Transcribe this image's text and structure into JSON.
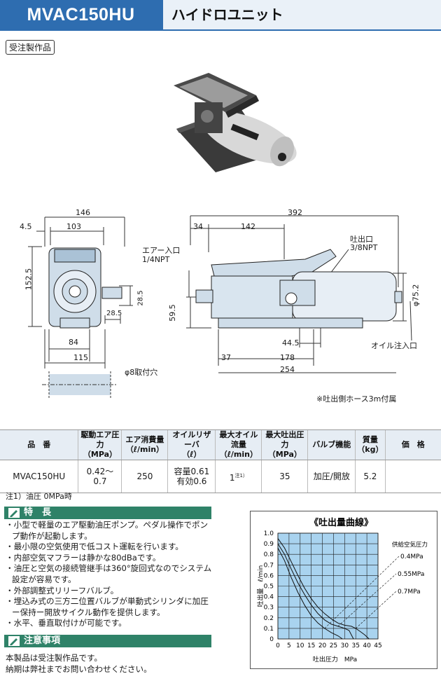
{
  "header": {
    "model": "MVAC150HU",
    "name": "ハイドロユニット"
  },
  "badge": "受注製作品",
  "drawing": {
    "left_dims": {
      "w146": "146",
      "w4_5": "4.5",
      "w103": "103",
      "h152_5": "152.5",
      "h28_5v": "28.5",
      "h28_5h": "28.5",
      "w84": "84",
      "w115": "115"
    },
    "right_dims": {
      "w392": "392",
      "w34": "34",
      "w142": "142",
      "h59_5": "59.5",
      "w44_5": "44.5",
      "w37": "37",
      "w178": "178",
      "w254": "254",
      "phi75": "φ75.2"
    },
    "air_inlet": [
      "エアー入口",
      "1/4NPT"
    ],
    "outlet": [
      "吐出口",
      "3/8NPT"
    ],
    "oil_inlet": "オイル注入口",
    "mount_hole": "φ8取付穴",
    "hose_note": "※吐出側ホース3m付属"
  },
  "table": {
    "headers": [
      [
        "品　番"
      ],
      [
        "駆動エア圧力",
        "（MPa）"
      ],
      [
        "エア消費量",
        "（ℓ/min）"
      ],
      [
        "オイルリザーバ",
        "（ℓ）"
      ],
      [
        "最大オイル流量",
        "（ℓ/min）"
      ],
      [
        "最大吐出圧力",
        "（MPa）"
      ],
      [
        "バルブ機能"
      ],
      [
        "質量",
        "（kg）"
      ],
      [
        "価　格"
      ]
    ],
    "row": {
      "model": "MVAC150HU",
      "air_pressure": "0.42〜0.7",
      "air_consumption": "250",
      "reservoir_1": "容量0.61",
      "reservoir_2": "有効0.6",
      "max_flow": "1",
      "max_flow_note": "注1）",
      "max_pressure": "35",
      "valve": "加圧/開放",
      "mass": "5.2",
      "price": ""
    },
    "footnote": "注1）油圧 0MPa時"
  },
  "features": {
    "title": "特　長",
    "items": [
      "・小型で軽量のエア駆動油圧ポンプ。ペダル操作でポンプ動作が起動します。",
      "・最小限の空気使用で低コスト運転を行います。",
      "・内部空気マフラーは静かな80dBaです。",
      "・油圧と空気の接続管継手は360°旋回式なのでシステム設定が容易です。",
      "・外部調整式リリーフバルブ。",
      "・埋込み式の三方二位置バルブが単動式シリンダに加圧ー保持ー開放サイクル動作を提供します。",
      "・水平、垂直取付けが可能です。"
    ]
  },
  "caution": {
    "title": "注意事項",
    "lines": [
      "本製品は受注製作品です。",
      "納期は弊社までお問い合わせください。"
    ]
  },
  "chart_data": {
    "type": "line",
    "title": "《吐出量曲線》",
    "xlabel": "吐出圧力　MPa",
    "ylabel": "吐出量　ℓ/min",
    "xlim": [
      0,
      45
    ],
    "ylim": [
      0,
      1.0
    ],
    "xticks": [
      "0",
      "5",
      "10",
      "15",
      "20",
      "25",
      "30",
      "35",
      "40",
      "45"
    ],
    "yticks": [
      "0",
      "0.1",
      "0.2",
      "0.3",
      "0.4",
      "0.5",
      "0.6",
      "0.7",
      "0.8",
      "0.9",
      "1.0"
    ],
    "grid": true,
    "legend_title": "供給空気圧力",
    "series": [
      {
        "name": "0.4MPa",
        "x": [
          0,
          3,
          6,
          9,
          12,
          15,
          18,
          21,
          24,
          27,
          29
        ],
        "y": [
          0.86,
          0.74,
          0.58,
          0.44,
          0.32,
          0.22,
          0.15,
          0.1,
          0.06,
          0.03,
          0.0
        ]
      },
      {
        "name": "0.55MPa",
        "x": [
          0,
          3,
          6,
          9,
          12,
          15,
          18,
          21,
          24,
          27,
          30,
          32,
          34
        ],
        "y": [
          0.9,
          0.8,
          0.66,
          0.53,
          0.42,
          0.32,
          0.24,
          0.18,
          0.14,
          0.12,
          0.1,
          0.08,
          0.0
        ]
      },
      {
        "name": "0.7MPa",
        "x": [
          0,
          3,
          6,
          9,
          12,
          15,
          18,
          21,
          24,
          27,
          30,
          33,
          35,
          37,
          39,
          41
        ],
        "y": [
          0.95,
          0.86,
          0.73,
          0.6,
          0.48,
          0.38,
          0.3,
          0.24,
          0.19,
          0.15,
          0.13,
          0.12,
          0.1,
          0.07,
          0.04,
          0.0
        ]
      }
    ]
  }
}
